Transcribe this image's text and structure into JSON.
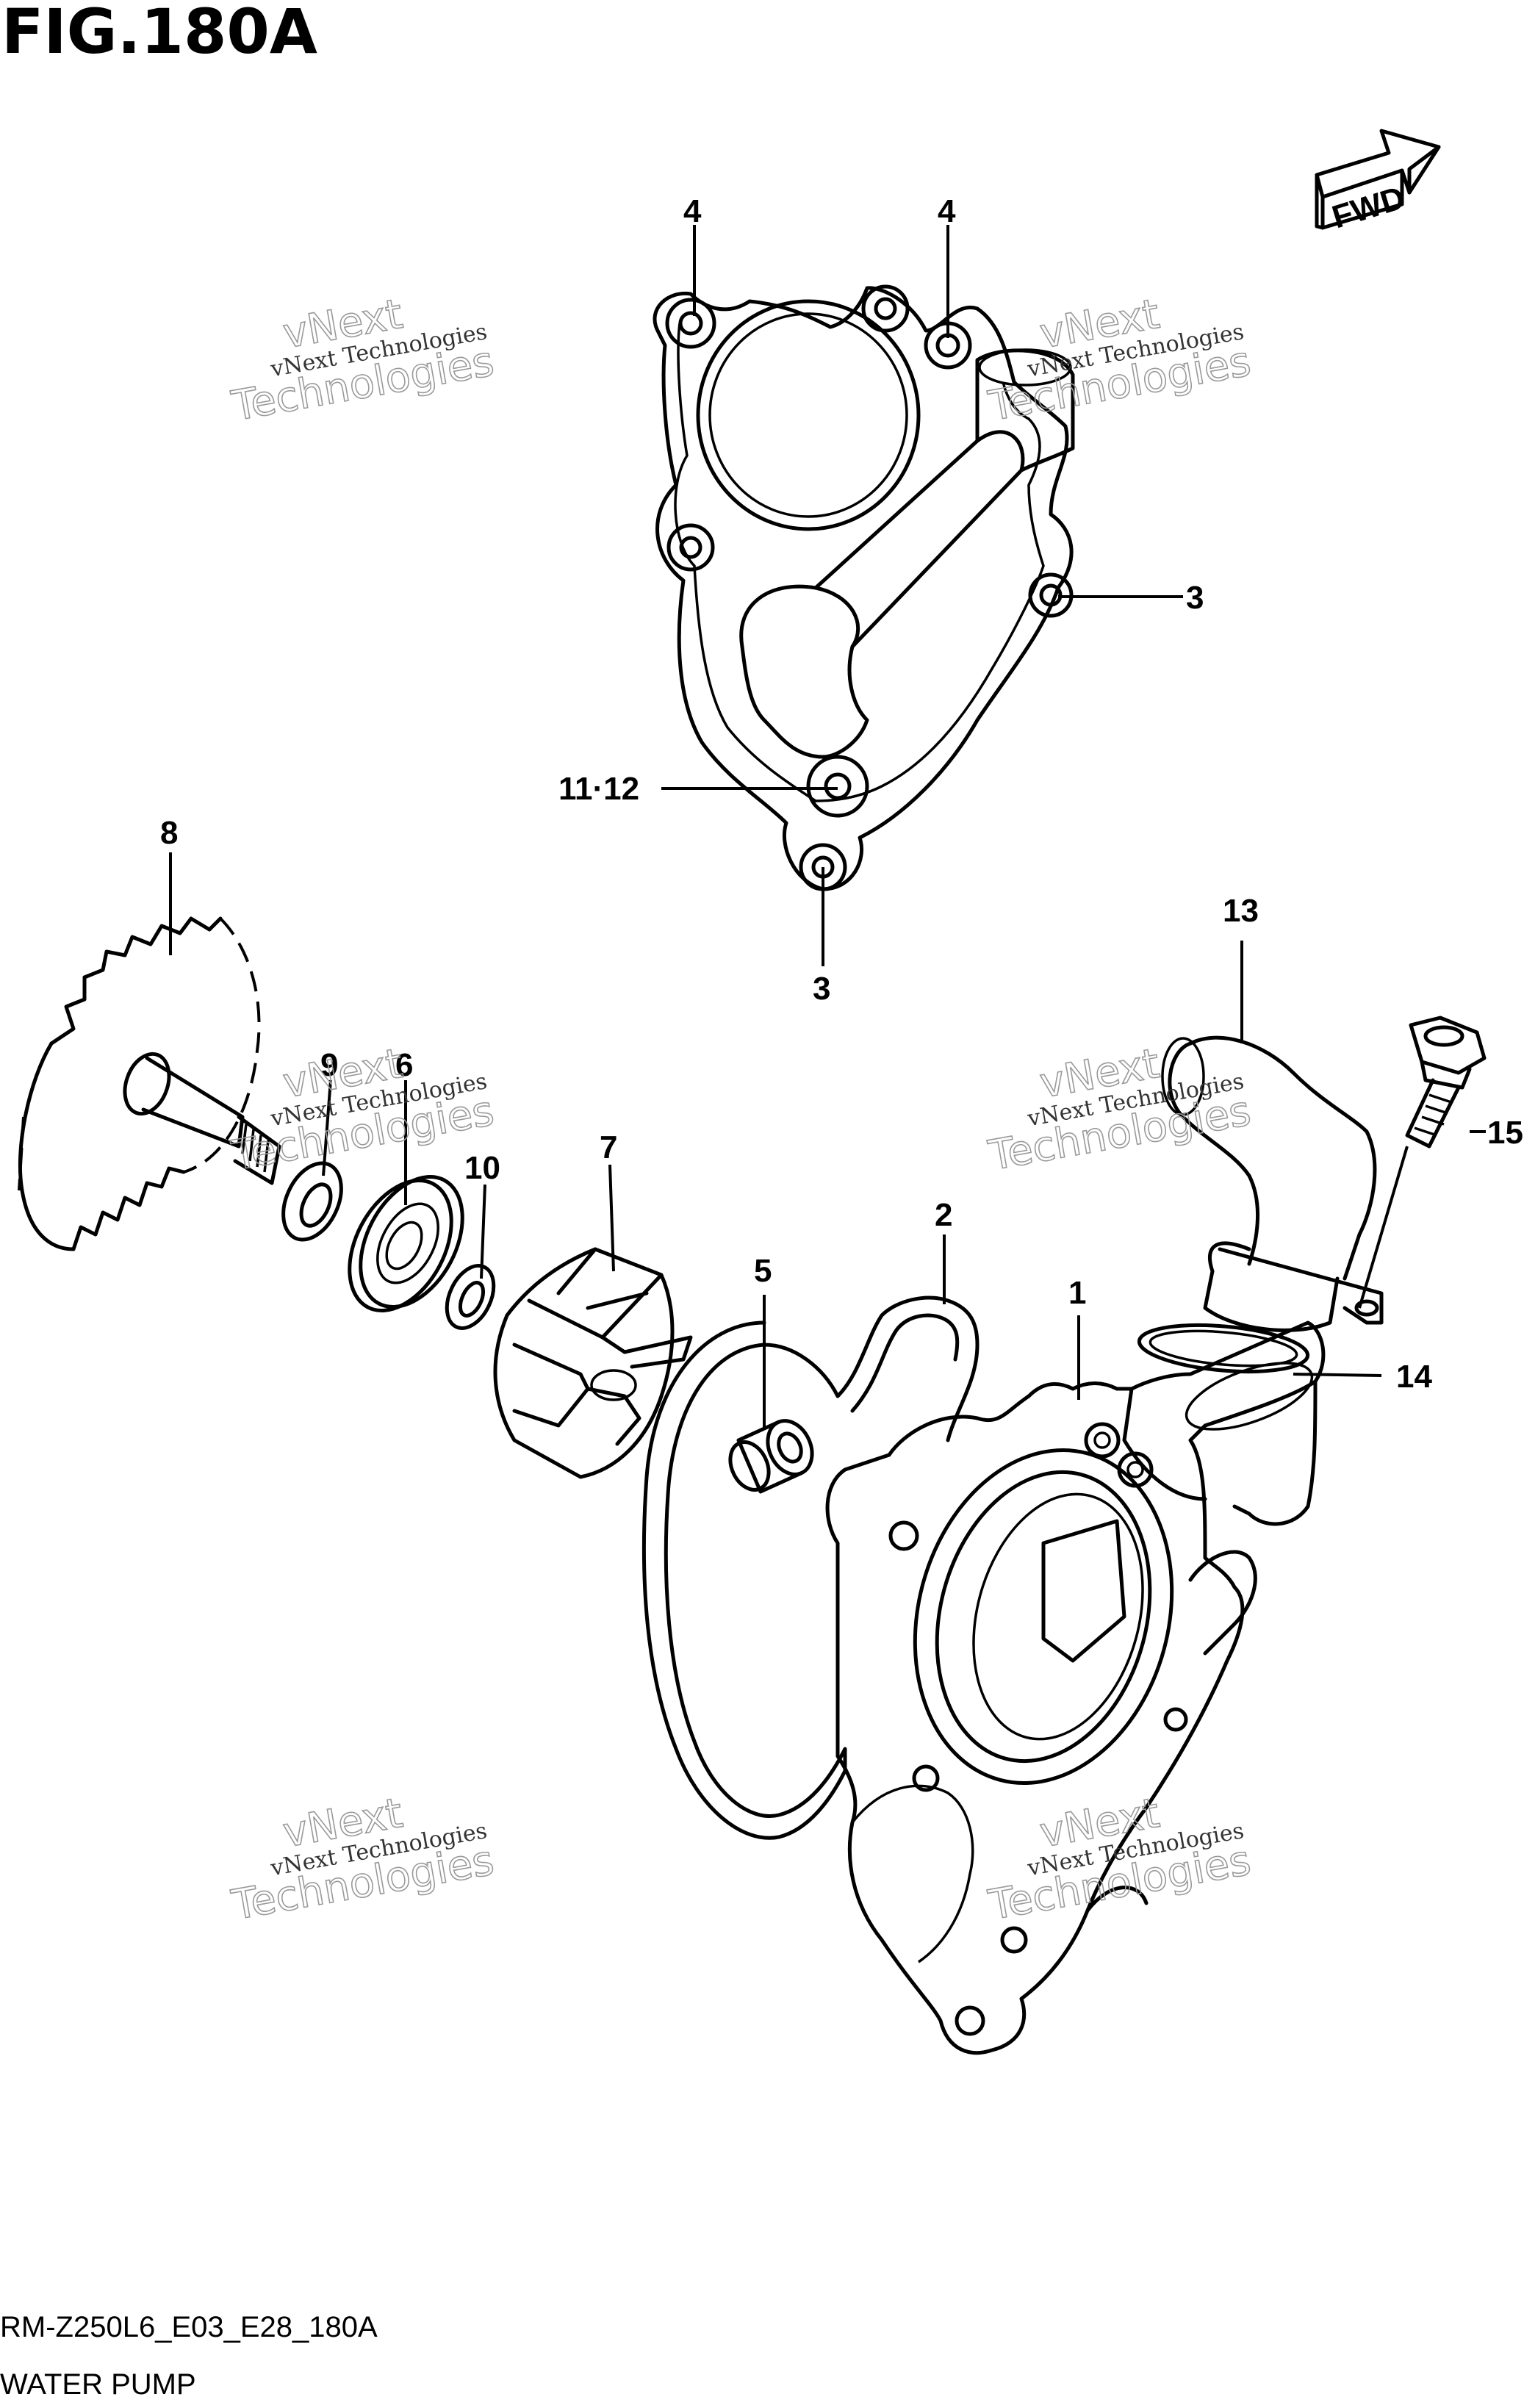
{
  "figure": {
    "title": "FIG.180A",
    "code": "RM-Z250L6_E03_E28_180A",
    "name": "WATER PUMP",
    "direction_badge": "FWD"
  },
  "callouts": [
    {
      "id": "c4a",
      "label": "4"
    },
    {
      "id": "c4b",
      "label": "4"
    },
    {
      "id": "c3a",
      "label": "3"
    },
    {
      "id": "c1112",
      "label": "11·12"
    },
    {
      "id": "c3b",
      "label": "3"
    },
    {
      "id": "c8",
      "label": "8"
    },
    {
      "id": "c9",
      "label": "9"
    },
    {
      "id": "c6",
      "label": "6"
    },
    {
      "id": "c10",
      "label": "10"
    },
    {
      "id": "c7",
      "label": "7"
    },
    {
      "id": "c5",
      "label": "5"
    },
    {
      "id": "c2",
      "label": "2"
    },
    {
      "id": "c1",
      "label": "1"
    },
    {
      "id": "c13",
      "label": "13"
    },
    {
      "id": "c15",
      "label": "15"
    },
    {
      "id": "c14",
      "label": "14"
    }
  ],
  "watermark": {
    "small": "vNext Technologies",
    "big_line1": "vNext",
    "big_line2": "Technologies"
  }
}
